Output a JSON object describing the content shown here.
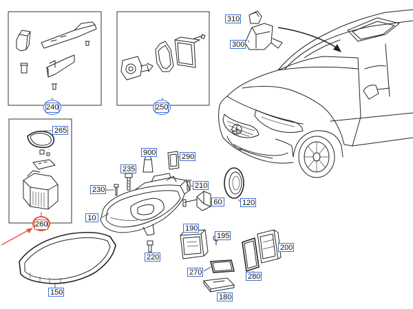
{
  "colors": {
    "callout_border": "#3a6fd8",
    "highlight": "#e2543a",
    "line": "#222222"
  },
  "callouts": {
    "c10": "10",
    "c60": "60",
    "c120": "120",
    "c150": "150",
    "c180": "180",
    "c190": "190",
    "c195": "195",
    "c200": "200",
    "c210": "210",
    "c220": "220",
    "c230": "230",
    "c235": "235",
    "c265": "265",
    "c270": "270",
    "c280": "280",
    "c290": "290",
    "c300": "300",
    "c310": "310",
    "c900": "900"
  },
  "groups": {
    "g240": "240",
    "g250": "250",
    "g260": "260"
  }
}
